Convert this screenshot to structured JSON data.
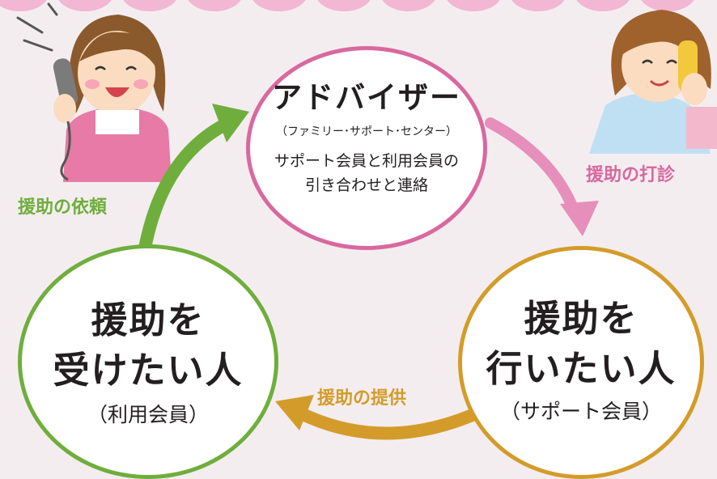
{
  "adviser": {
    "title": "アドバイザー",
    "subtitle": "（ファミリー･サポート･センター）",
    "desc_line1": "サポート会員と利用会員の",
    "desc_line2": "引き合わせと連絡"
  },
  "receiver": {
    "title_line1": "援助を",
    "title_line2": "受けたい人",
    "subtitle": "（利用会員）"
  },
  "provider": {
    "title_line1": "援助を",
    "title_line2": "行いたい人",
    "subtitle": "（サポート会員）"
  },
  "arrows": {
    "request": {
      "label": "援助の依頼",
      "color": "#6fae3c"
    },
    "inquiry": {
      "label": "援助の打診",
      "color": "#d9689e"
    },
    "provide": {
      "label": "援助の提供",
      "color": "#d39c2a"
    }
  },
  "colors": {
    "adviser_ring": "#d9689e",
    "receiver_ring": "#6fae3c",
    "provider_ring": "#d39c2a",
    "background": "#f4edf0"
  },
  "illustrations": [
    "woman-on-phone-left",
    "woman-on-phone-right"
  ]
}
